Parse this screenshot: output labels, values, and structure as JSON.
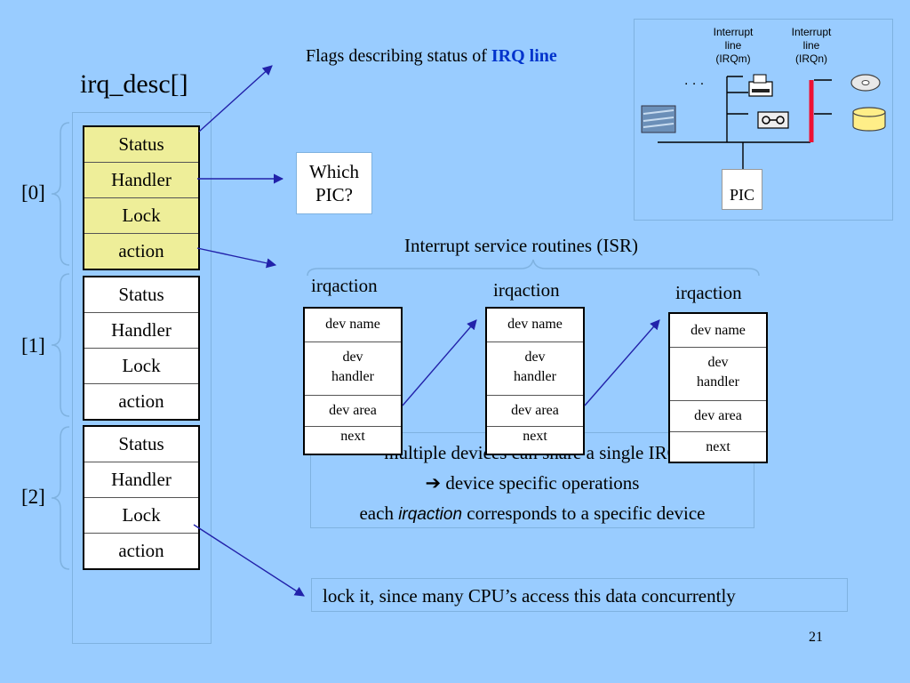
{
  "title": "irq_desc[]",
  "descriptors": [
    {
      "index": "[0]",
      "fields": [
        "Status",
        "Handler",
        "Lock",
        "action"
      ]
    },
    {
      "index": "[1]",
      "fields": [
        "Status",
        "Handler",
        "Lock",
        "action"
      ]
    },
    {
      "index": "[2]",
      "fields": [
        "Status",
        "Handler",
        "Lock",
        "action"
      ]
    }
  ],
  "annotations": {
    "flags_prefix": "Flags describing status of ",
    "flags_emphasis": "IRQ line",
    "which_pic": [
      "Which",
      "PIC?"
    ],
    "isr": "Interrupt service routines (ISR)",
    "lock_note": "lock it, since many CPU’s access this data concurrently"
  },
  "irqactions": [
    {
      "label": "irqaction",
      "fields": [
        "dev name",
        "dev handler",
        "dev area",
        "next"
      ]
    },
    {
      "label": "irqaction",
      "fields": [
        "dev name",
        "dev handler",
        "dev area",
        "next"
      ]
    },
    {
      "label": "irqaction",
      "fields": [
        "dev name",
        "dev handler",
        "dev area",
        "next"
      ]
    }
  ],
  "note": {
    "line1": "multiple devices can share a single IRQ",
    "line2": "device specific operations",
    "line3_prefix": "each ",
    "line3_italic": "irqaction",
    "line3_suffix": " corresponds to a specific device"
  },
  "inset": {
    "irq_m": [
      "Interrupt",
      "line",
      "(IRQm)"
    ],
    "irq_n": [
      "Interrupt",
      "line",
      "(IRQn)"
    ],
    "dots": ". . .",
    "pic": "PIC",
    "colors": {
      "irq_n_line": "#ee1133",
      "bus": "#000000"
    }
  },
  "page_number": "21"
}
